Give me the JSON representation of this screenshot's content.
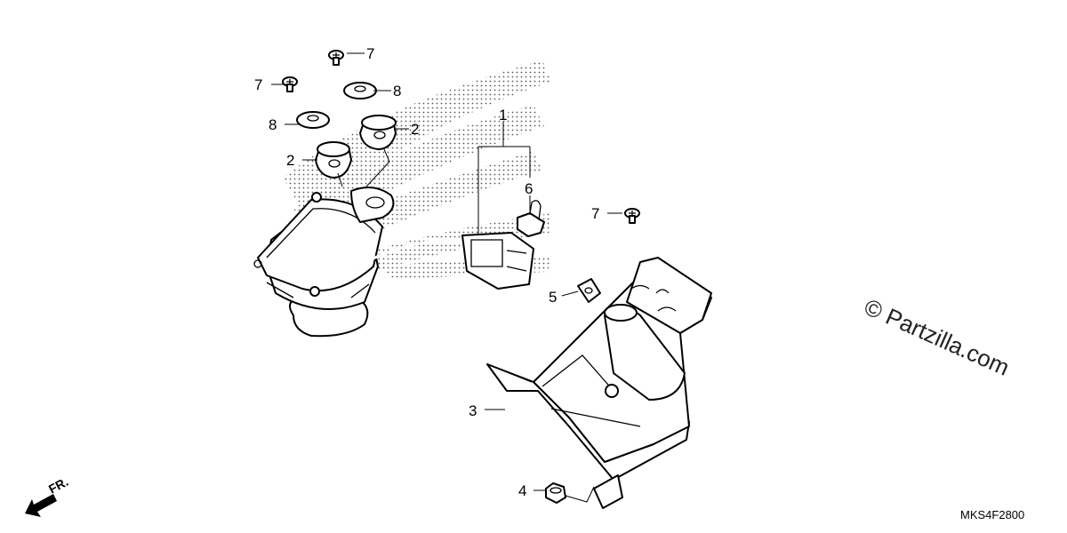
{
  "callouts": {
    "c1": "1",
    "c2a": "2",
    "c2b": "2",
    "c3": "3",
    "c4": "4",
    "c5": "5",
    "c6": "6",
    "c7a": "7",
    "c7b": "7",
    "c7c": "7",
    "c8a": "8",
    "c8b": "8"
  },
  "watermark": "© Partzilla.com",
  "diagram_code": "MKS4F2800",
  "direction_label": "FR.",
  "icons": [
    "front-direction-arrow-icon"
  ]
}
